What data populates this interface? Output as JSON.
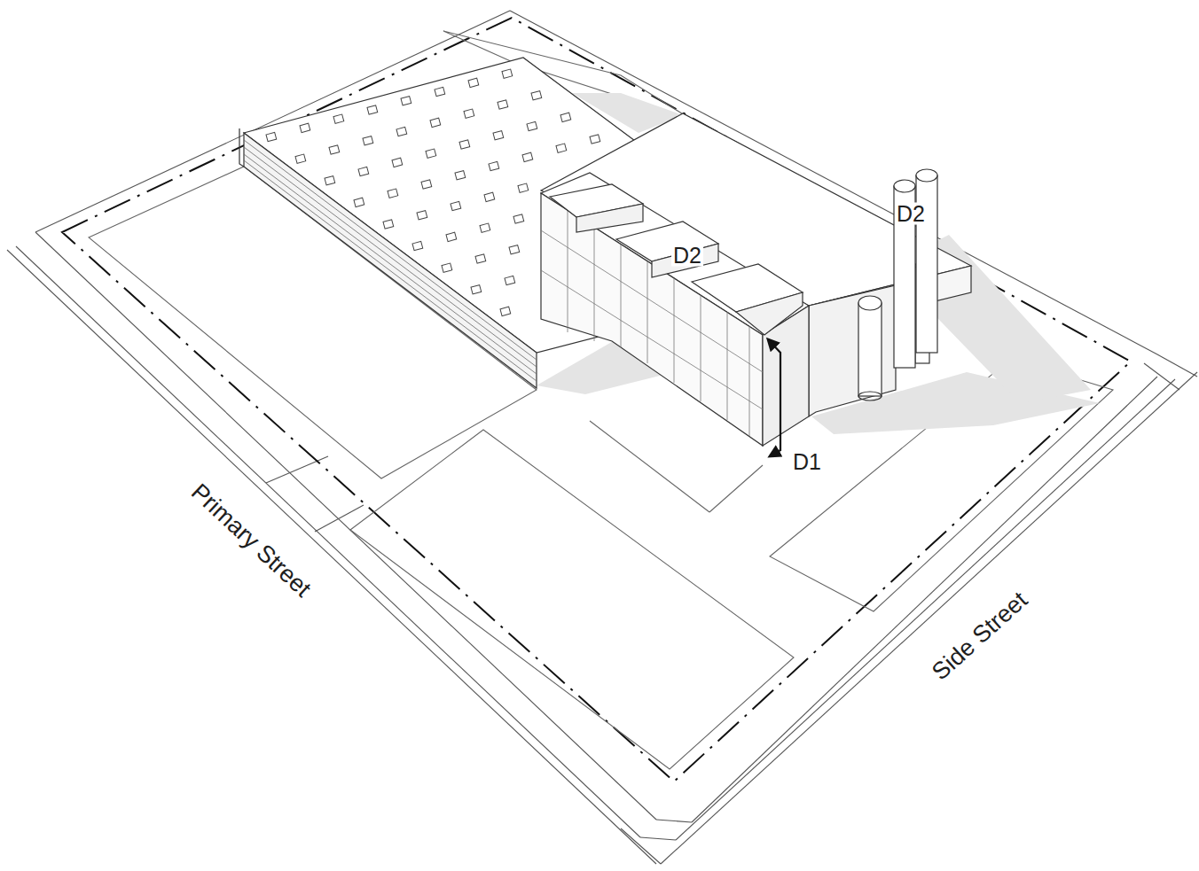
{
  "diagram": {
    "labels": [
      "D2",
      "D2",
      "D1",
      "Primary Street",
      "Side Street"
    ]
  }
}
